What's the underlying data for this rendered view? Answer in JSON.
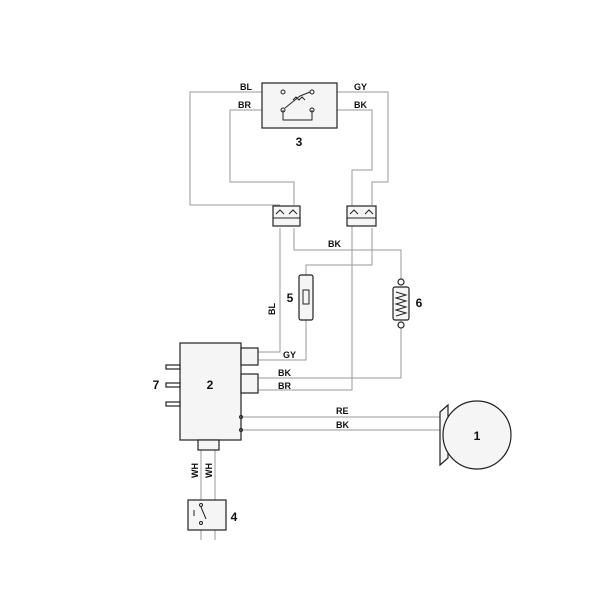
{
  "wire_labels": {
    "switch_bl": "BL",
    "switch_gy": "GY",
    "switch_br": "BR",
    "switch_bk": "BK",
    "mid_bk": "BK",
    "vertical_bl": "BL",
    "connector_gy": "GY",
    "connector_bk": "BK",
    "connector_br": "BR",
    "motor_re": "RE",
    "motor_bk": "BK",
    "wh_left": "WH",
    "wh_right": "WH"
  },
  "components": {
    "motor": "1",
    "controller": "2",
    "switch": "3",
    "door_switch": "4",
    "fuse": "5",
    "heater": "6",
    "terminals": "7"
  }
}
